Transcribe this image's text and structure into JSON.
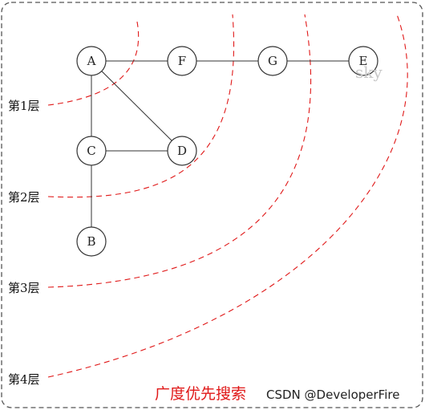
{
  "diagram": {
    "nodes": [
      {
        "id": "A",
        "label": "A"
      },
      {
        "id": "F",
        "label": "F"
      },
      {
        "id": "G",
        "label": "G"
      },
      {
        "id": "E",
        "label": "E"
      },
      {
        "id": "C",
        "label": "C"
      },
      {
        "id": "D",
        "label": "D"
      },
      {
        "id": "B",
        "label": "B"
      }
    ],
    "edges": [
      [
        "A",
        "F"
      ],
      [
        "F",
        "G"
      ],
      [
        "G",
        "E"
      ],
      [
        "A",
        "C"
      ],
      [
        "A",
        "D"
      ],
      [
        "C",
        "D"
      ],
      [
        "C",
        "B"
      ]
    ],
    "layers": [
      {
        "label": "第1层"
      },
      {
        "label": "第2层"
      },
      {
        "label": "第3层"
      },
      {
        "label": "第4层"
      }
    ],
    "caption": "广度优先搜索",
    "watermark_sky": "sky",
    "watermark_csdn": "CSDN @DeveloperFire",
    "colors": {
      "curve": "#e01818",
      "caption": "#e01818",
      "node_stroke": "#333333"
    }
  }
}
